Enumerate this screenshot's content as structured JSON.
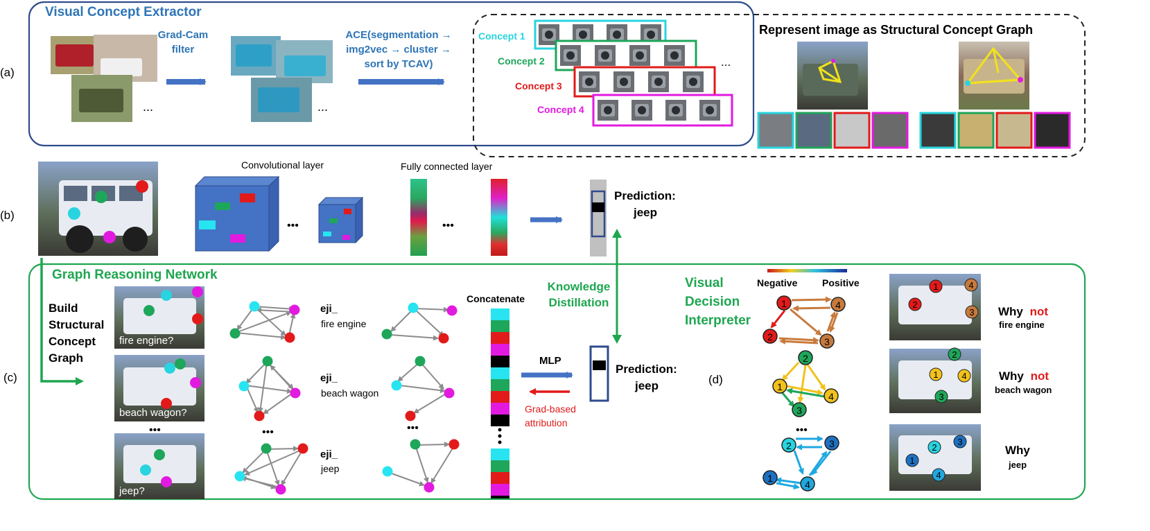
{
  "row_labels": {
    "a": "(a)",
    "b": "(b)",
    "c": "(c)",
    "d": "(d)"
  },
  "panel_a": {
    "title": "Visual Concept Extractor",
    "gradcam_line1": "Grad-Cam",
    "gradcam_line2": "filter",
    "ace_line1": "ACE(segmentation →",
    "ace_line2": "img2vec → cluster →",
    "ace_line3": "sort by TCAV)",
    "ellipsis": "...",
    "concepts": [
      {
        "label": "Concept 1",
        "color": "#27d4e0"
      },
      {
        "label": "Concept 2",
        "color": "#1ea65a"
      },
      {
        "label": "Concept 3",
        "color": "#e21a1a"
      },
      {
        "label": "Concept 4",
        "color": "#e21ae0"
      }
    ],
    "graph_title": "Represent image as Structural Concept Graph"
  },
  "panel_b": {
    "conv_label": "Convolutional layer",
    "fc_label": "Fully connected layer",
    "ellipsis": "•••",
    "prediction_line1": "Prediction:",
    "prediction_line2": "jeep"
  },
  "panel_c": {
    "title": "Graph Reasoning Network",
    "build_lines": [
      "Build",
      "Structural",
      "Concept",
      "Graph"
    ],
    "image_captions": [
      "fire engine?",
      "beach wagon?",
      "jeep?"
    ],
    "eji_labels": [
      {
        "line1": "eji_",
        "line2": "fire engine"
      },
      {
        "line1": "eji_",
        "line2": "beach wagon"
      },
      {
        "line1": "eji_",
        "line2": "jeep"
      }
    ],
    "concatenate": "Concatenate",
    "mlp": "MLP",
    "grad_line1": "Grad-based",
    "grad_line2": "attribution",
    "kd_line1": "Knowledge",
    "kd_line2": "Distillation",
    "prediction_line1": "Prediction:",
    "prediction_line2": "jeep",
    "dots": "•••"
  },
  "panel_d": {
    "title_lines": [
      "Visual",
      "Decision",
      "Interpreter"
    ],
    "negative": "Negative",
    "positive": "Positive",
    "why_rows": [
      {
        "why": "Why",
        "not": "not",
        "target": "fire engine"
      },
      {
        "why": "Why",
        "not": "not",
        "target": "beach wagon"
      },
      {
        "why": "Why",
        "not": "",
        "target": "jeep"
      }
    ],
    "node_numbers": [
      "1",
      "2",
      "3",
      "4"
    ]
  },
  "colors": {
    "blue_box": "#2f4b8c",
    "green": "#1ea650",
    "arrow_blue": "#4472c4",
    "red_text": "#e21a1a",
    "title_blue": "#2e75b6"
  }
}
